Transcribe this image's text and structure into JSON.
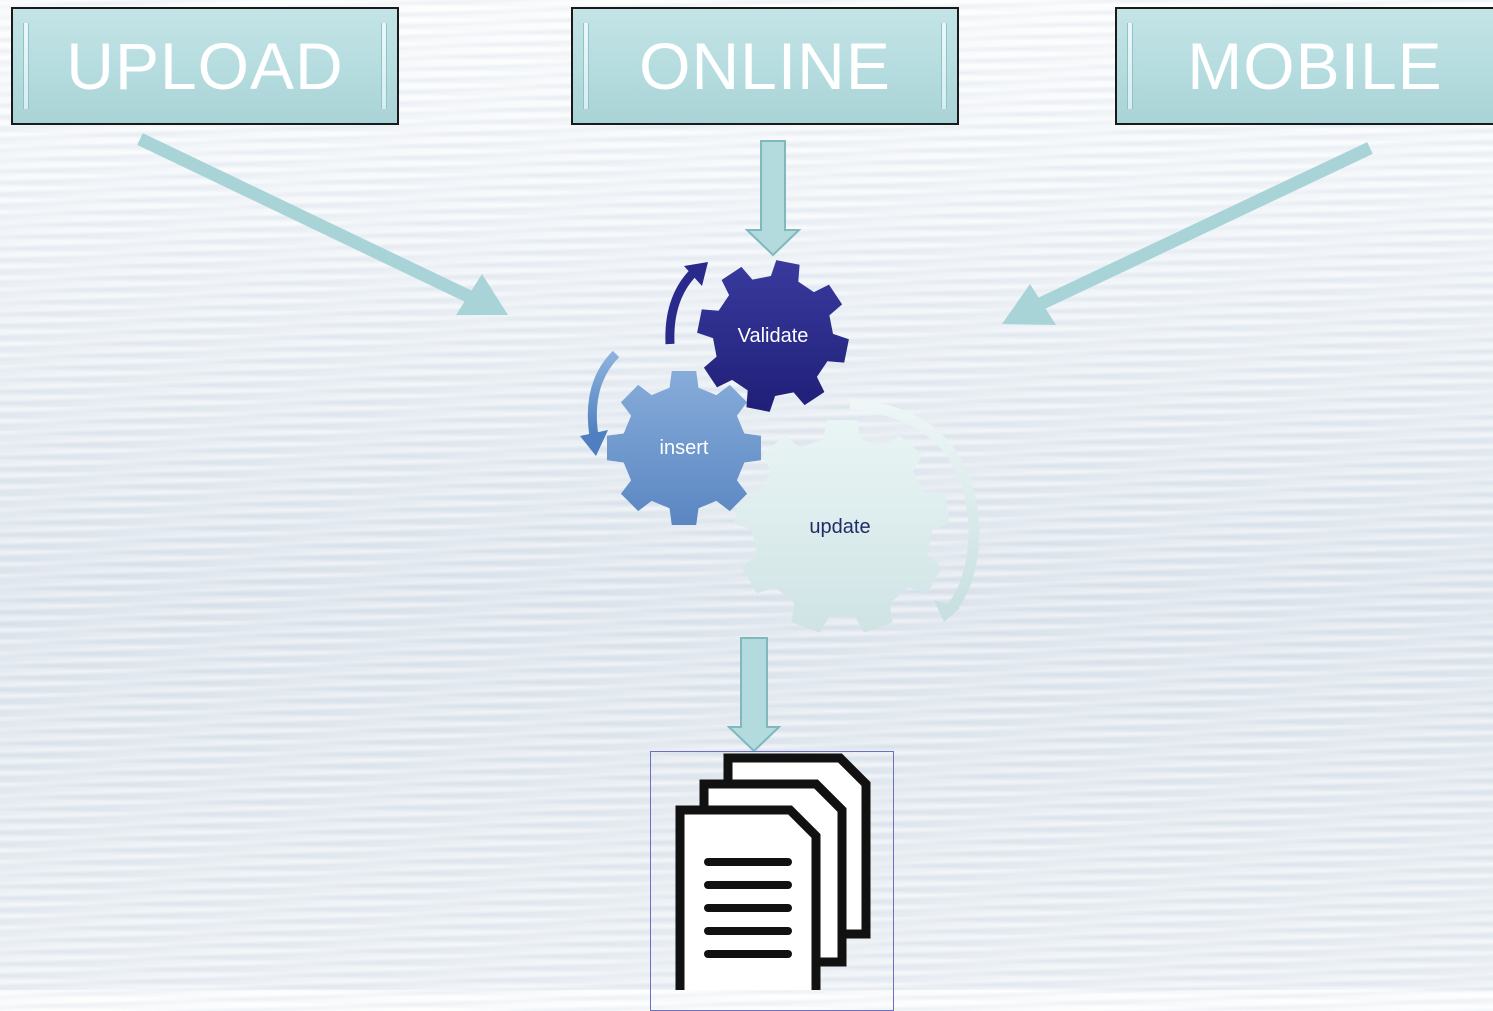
{
  "sources": [
    {
      "id": "upload",
      "label": "UPLOAD"
    },
    {
      "id": "online",
      "label": "ONLINE"
    },
    {
      "id": "mobile",
      "label": "MOBILE"
    }
  ],
  "gears": {
    "validate": "Validate",
    "insert": "insert",
    "update": "update"
  },
  "colors": {
    "box_fill": "#b5dcdf",
    "arrow": "#a8d4d8",
    "validate_gear": "#2a2a8c",
    "insert_gear": "#6f9ad0",
    "update_gear": "#dbeced",
    "documents_frame": "#6f6fbf"
  },
  "icons": {
    "documents": "documents-icon"
  }
}
